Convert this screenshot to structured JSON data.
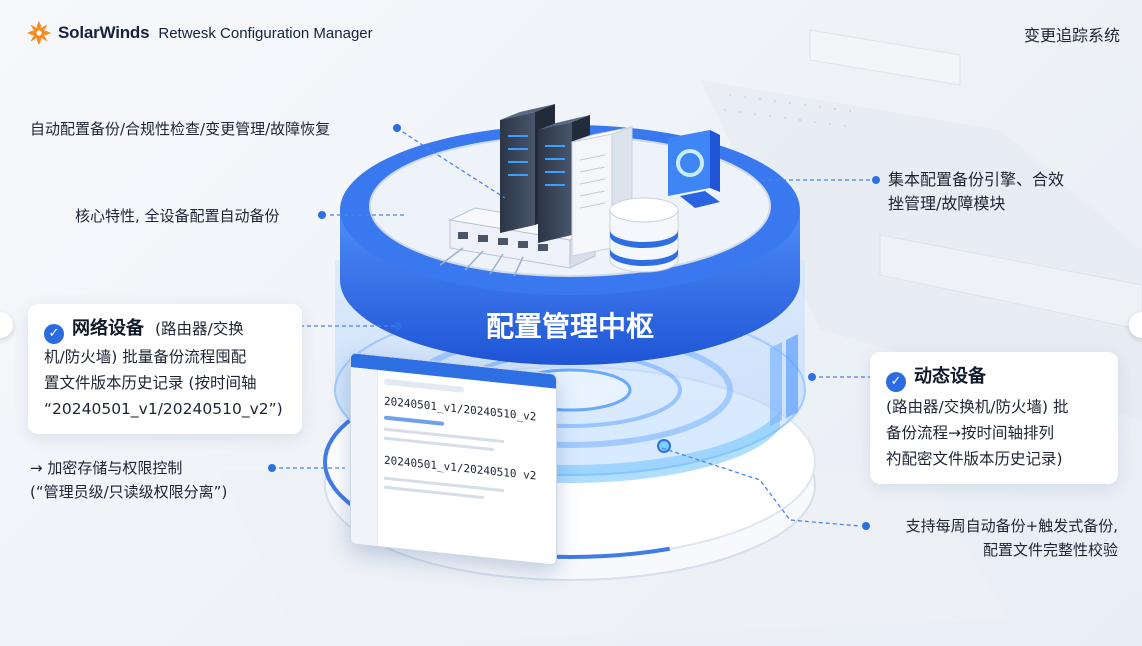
{
  "header": {
    "brand_name": "SolarWinds",
    "brand_sub": "Retwesk Configuration Manager",
    "top_right": "变更追踪系统"
  },
  "hub": {
    "label": "配置管理中枢"
  },
  "annotations": {
    "a1": "自动配置备份/合规性检查/变更管理/故障恢复",
    "a2": "核心特性, 全设备配置自动备份",
    "a3_line1": "→ 加密存储与权限控制",
    "a3_line2": "(“管理员级/只读级权限分离”)",
    "r1_line1": "集本配置备份引擎、合效",
    "r1_line2": "挫管理/故障模块",
    "r2_line1": "支持每周自动备份+触发式备份,",
    "r2_line2": "配置文件完整性校验"
  },
  "cards": {
    "network": {
      "title": "网络设备",
      "line1": "(路由器/交换",
      "line2": "机/防火墙) 批量备份流程囤配",
      "line3": "置文件版本历史记录 (按时间轴",
      "line4": "“20240501_v1/20240510_v2”)"
    },
    "dynamic": {
      "title": "动态设备",
      "line1": "(路由器/交换机/防火墙) 批",
      "line2": "备份流程→按时间轴排列",
      "line3": "礿配密文件版本历史记录)"
    }
  },
  "screen": {
    "row1": "20240501_v1/20240510_v2",
    "row2": "20240501_v1/20240510 v2"
  },
  "colors": {
    "accent": "#2f6fe4",
    "hub_blue": "#2a63e0",
    "brand_orange": "#f28a1e"
  },
  "icons": [
    "solarwinds-logo-icon",
    "check-icon",
    "server-rack-icon",
    "network-switch-icon",
    "monitor-icon",
    "database-icon"
  ]
}
